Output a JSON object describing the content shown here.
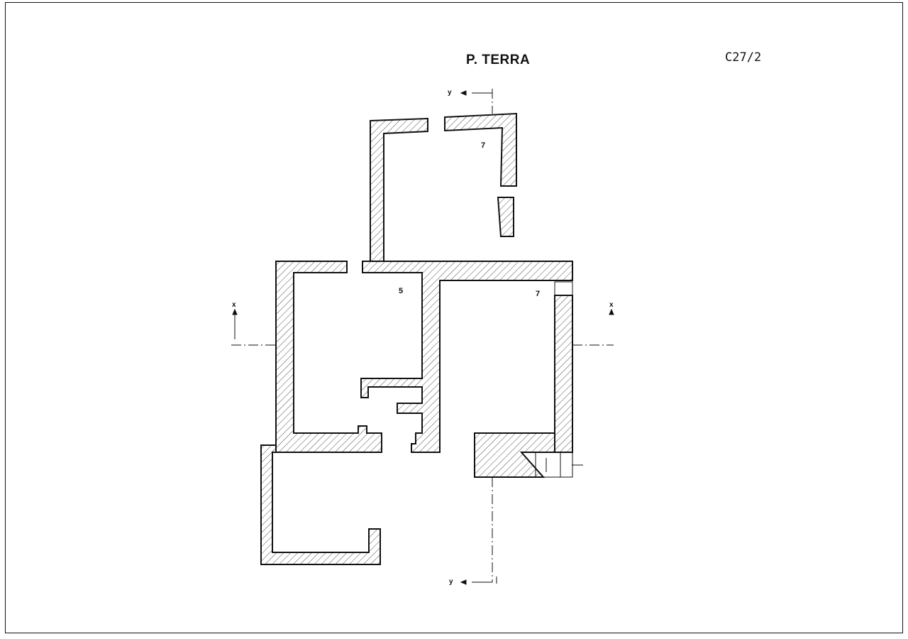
{
  "title": "P. TERRA",
  "sheet_code": "C27/2",
  "rooms": [
    {
      "label": "7"
    },
    {
      "label": "5"
    },
    {
      "label": "7"
    }
  ],
  "section_markers": {
    "y_top": "y",
    "y_bottom": "y",
    "x_left": "x",
    "x_right": "x"
  },
  "colors": {
    "ink": "#111111",
    "paper": "#ffffff"
  }
}
